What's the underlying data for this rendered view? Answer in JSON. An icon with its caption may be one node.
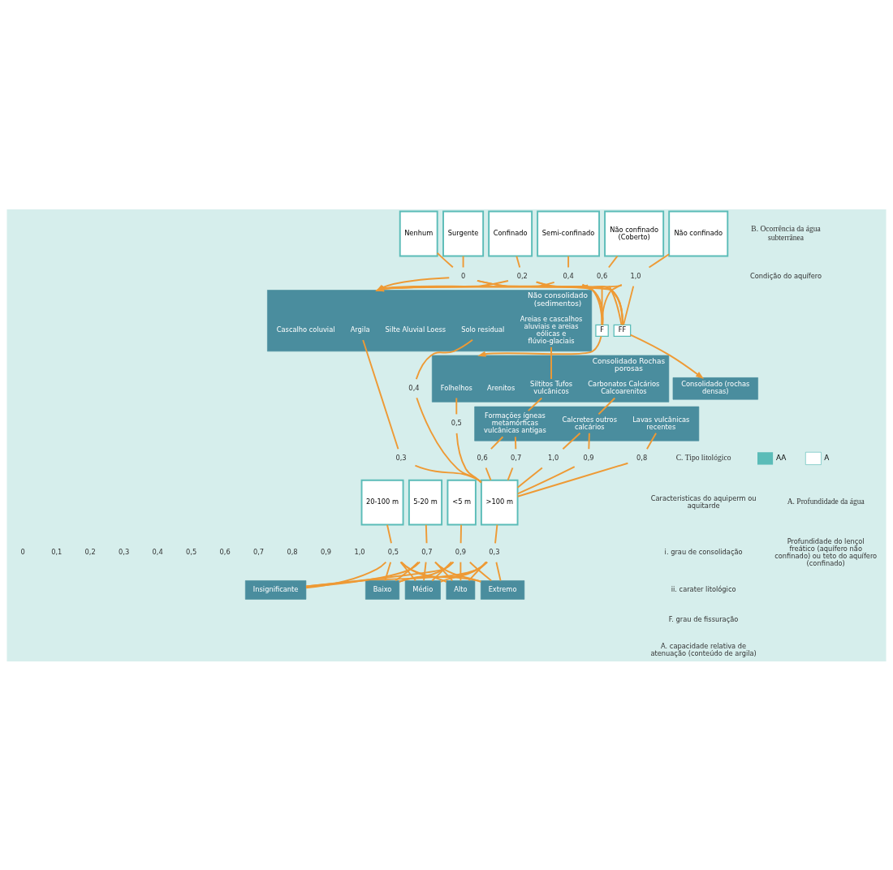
{
  "diagram": {
    "nodes": [
      {
        "text": [
          "Nenhum"
        ]
      },
      {
        "text": [
          "Surgente"
        ]
      },
      {
        "text": [
          "Confinado"
        ]
      },
      {
        "text": [
          "Semi-confinado"
        ]
      },
      {
        "text": [
          "Não confinado (Coberto)"
        ]
      },
      {
        "text": [
          "Não confinado"
        ]
      },
      {
        "text": [
          "0"
        ]
      },
      {
        "text": [
          "0,2"
        ]
      },
      {
        "text": [
          "0,4"
        ]
      },
      {
        "text": [
          "0,6"
        ]
      },
      {
        "text": [
          "1,0"
        ]
      },
      {
        "text": [
          "Não consolidado (sedimentos)"
        ]
      },
      {
        "text": [
          "Argila"
        ],
        "in": 11
      },
      {
        "text": [
          "Solo residual"
        ],
        "in": 11
      },
      {
        "text": [
          "Silte Aluvial Loess"
        ],
        "in": 11
      },
      {
        "text": [
          "Areias e cascalhos aluviais e areias eólicas e flúvio-glaciais"
        ],
        "in": 11
      },
      {
        "text": [
          "Cascalho coluvial"
        ],
        "in": 11
      },
      {
        "text": [
          "Consolidado Rochas porosas"
        ]
      },
      {
        "text": [
          "Folhelhos"
        ],
        "in": 17
      },
      {
        "text": [
          "Siltitos Tufos vulcânicos"
        ],
        "in": 17
      },
      {
        "text": [
          "Arenitos"
        ],
        "in": 17
      },
      {
        "text": [
          "Carbonatos Calcários Calcoarenitos"
        ],
        "in": 17
      },
      {
        "text": [
          "F"
        ]
      },
      {
        "text": [],
        "shape": "box"
      },
      {
        "text": [
          "Formações ígneas metamórficas vulcânicas antigas"
        ],
        "in": 23
      },
      {
        "text": [
          "Lavas vulcânicas recentes"
        ],
        "in": 23
      },
      {
        "text": [
          "Calcretes outros calcários"
        ],
        "in": 23
      },
      {
        "text": [
          "Consolidado (rochas densas)"
        ]
      },
      {
        "text": [
          "FF"
        ]
      },
      {
        "text": [
          "0,3"
        ]
      },
      {
        "text": [
          "0,4"
        ]
      },
      {
        "text": [
          "0,5"
        ]
      },
      {
        "text": [
          "0,6"
        ]
      },
      {
        "text": [
          "0,7"
        ]
      },
      {
        "text": [
          "0,8"
        ]
      },
      {
        "text": [
          "0,9"
        ]
      },
      {
        "text": [
          "1,0"
        ]
      },
      {
        "text": [
          ">100 m"
        ]
      },
      {
        "text": [
          "20-100 m"
        ]
      },
      {
        "text": [
          "5-20 m"
        ]
      },
      {
        "text": [
          "<5 m"
        ]
      },
      {
        "text": [
          "0,3"
        ]
      },
      {
        "text": [
          "0,5"
        ]
      },
      {
        "text": [
          "0,7"
        ]
      },
      {
        "text": [
          "0,9"
        ]
      },
      {
        "text": [
          "Insignificante"
        ]
      },
      {
        "text": [
          "Baixo"
        ]
      },
      {
        "text": [
          "Médio"
        ]
      },
      {
        "text": [
          "Alto"
        ]
      },
      {
        "text": [
          "Extremo"
        ]
      }
    ],
    "edges": [
      {
        "from": 0,
        "to": 6,
        "arrow": "none"
      },
      {
        "from": 1,
        "to": 6,
        "arrow": "none"
      },
      {
        "from": 2,
        "to": 7,
        "arrow": "none"
      },
      {
        "from": 3,
        "to": 8,
        "arrow": "none"
      },
      {
        "from": 4,
        "to": 9,
        "arrow": "none"
      },
      {
        "from": 5,
        "to": 10,
        "arrow": "none"
      },
      {
        "from": 6,
        "to": 11,
        "arrow": "to"
      },
      {
        "from": 7,
        "to": 11,
        "arrow": "to"
      },
      {
        "from": 8,
        "to": 11,
        "arrow": "to"
      },
      {
        "from": 9,
        "to": 11,
        "arrow": "to"
      },
      {
        "from": 10,
        "to": 11,
        "arrow": "to"
      },
      {
        "from": 6,
        "to": 22,
        "arrow": "none"
      },
      {
        "from": 7,
        "to": 22,
        "arrow": "none"
      },
      {
        "from": 8,
        "to": 22,
        "arrow": "none"
      },
      {
        "from": 9,
        "to": 22,
        "arrow": "none"
      },
      {
        "from": 10,
        "to": 22,
        "arrow": "none"
      },
      {
        "from": 22,
        "to": 17,
        "arrow": "to"
      },
      {
        "from": 6,
        "to": 28,
        "arrow": "none"
      },
      {
        "from": 7,
        "to": 28,
        "arrow": "none"
      },
      {
        "from": 8,
        "to": 28,
        "arrow": "none"
      },
      {
        "from": 9,
        "to": 28,
        "arrow": "none"
      },
      {
        "from": 10,
        "to": 28,
        "arrow": "none"
      },
      {
        "from": 28,
        "to": 27,
        "arrow": "to"
      },
      {
        "from": 15,
        "to": 19,
        "arrow": "none"
      },
      {
        "from": 19,
        "to": 24,
        "arrow": "none"
      },
      {
        "from": 21,
        "to": 26,
        "arrow": "none"
      },
      {
        "from": 12,
        "to": 29,
        "arrow": "none"
      },
      {
        "from": 13,
        "to": 30,
        "arrow": "none"
      },
      {
        "from": 18,
        "to": 31,
        "arrow": "none"
      },
      {
        "from": 24,
        "to": 32,
        "arrow": "none"
      },
      {
        "from": 24,
        "to": 33,
        "arrow": "none"
      },
      {
        "from": 25,
        "to": 34,
        "arrow": "none"
      },
      {
        "from": 26,
        "to": 35,
        "arrow": "none"
      },
      {
        "from": 26,
        "to": 36,
        "arrow": "none"
      },
      {
        "from": 29,
        "to": 37,
        "arrow": "none"
      },
      {
        "from": 30,
        "to": 37,
        "arrow": "none"
      },
      {
        "from": 31,
        "to": 37,
        "arrow": "none"
      },
      {
        "from": 32,
        "to": 37,
        "arrow": "none"
      },
      {
        "from": 33,
        "to": 37,
        "arrow": "none"
      },
      {
        "from": 34,
        "to": 37,
        "arrow": "none"
      },
      {
        "from": 35,
        "to": 37,
        "arrow": "none"
      },
      {
        "from": 36,
        "to": 37,
        "arrow": "none"
      },
      {
        "from": 37,
        "to": 41,
        "arrow": "none"
      },
      {
        "from": 38,
        "to": 42,
        "arrow": "none"
      },
      {
        "from": 39,
        "to": 43,
        "arrow": "none"
      },
      {
        "from": 40,
        "to": 44,
        "arrow": "none"
      },
      {
        "from": 41,
        "to": 45,
        "arrow": "none"
      },
      {
        "from": 41,
        "to": 46,
        "arrow": "none"
      },
      {
        "from": 41,
        "to": 47,
        "arrow": "none"
      },
      {
        "from": 41,
        "to": 48,
        "arrow": "none"
      },
      {
        "from": 41,
        "to": 49,
        "arrow": "none"
      },
      {
        "from": 42,
        "to": 45,
        "arrow": "none"
      },
      {
        "from": 42,
        "to": 46,
        "arrow": "none"
      },
      {
        "from": 42,
        "to": 47,
        "arrow": "none"
      },
      {
        "from": 42,
        "to": 48,
        "arrow": "none"
      },
      {
        "from": 42,
        "to": 49,
        "arrow": "none"
      },
      {
        "from": 43,
        "to": 45,
        "arrow": "none"
      },
      {
        "from": 43,
        "to": 46,
        "arrow": "none"
      },
      {
        "from": 43,
        "to": 47,
        "arrow": "none"
      },
      {
        "from": 43,
        "to": 48,
        "arrow": "none"
      },
      {
        "from": 43,
        "to": 49,
        "arrow": "none"
      },
      {
        "from": 44,
        "to": 45,
        "arrow": "none"
      },
      {
        "from": 44,
        "to": 46,
        "arrow": "none"
      },
      {
        "from": 44,
        "to": 47,
        "arrow": "none"
      },
      {
        "from": 44,
        "to": 48,
        "arrow": "none"
      },
      {
        "from": 44,
        "to": 49,
        "arrow": "none"
      }
    ],
    "labels": [
      "B. Ocorrência da água subterrânea",
      "Condição do aquífero",
      "C. Tipo litológico",
      "Caracteristicas do aquiperm ou aquitarde",
      "i. grau de consolidação",
      "ii. carater litológico",
      "F. grau de fissuração",
      "A. capacidade relativa de atenuação (conteúdo de argila)",
      "A. Profundidade da água",
      "Profundidade do lençol freático (aquífero não confinado) ou teto do aquífero (confinado)",
      "0",
      "0,1",
      "0,2",
      "0,3",
      "0,4",
      "0,5",
      "0,6",
      "0,7",
      "0,8",
      "0,9",
      "1,0"
    ],
    "legend": [
      {
        "text": "AA",
        "color": "#5bbcb8"
      },
      {
        "text": "A"
      }
    ]
  }
}
